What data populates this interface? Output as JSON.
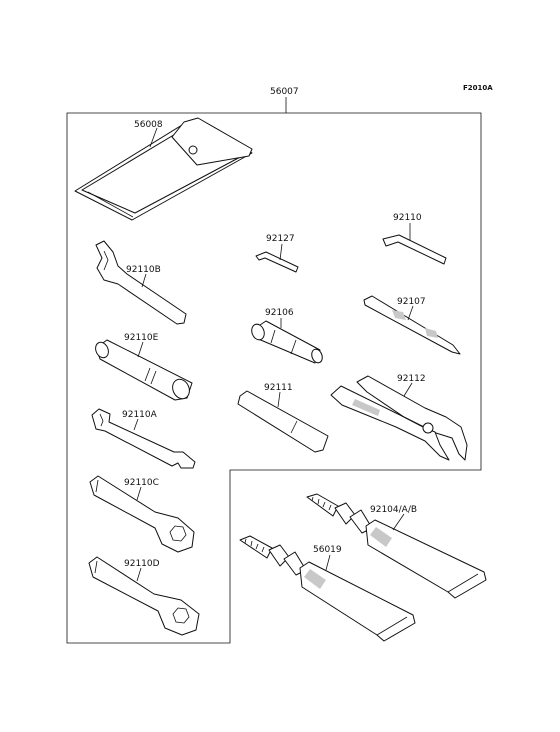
{
  "diagram": {
    "figure_code": "F2010A",
    "assembly_label": "56007",
    "labels": {
      "p56008": "56008",
      "p92110": "92110",
      "p92127": "92127",
      "p92110B": "92110B",
      "p92106": "92106",
      "p92107": "92107",
      "p92110E": "92110E",
      "p92111": "92111",
      "p92112": "92112",
      "p92110A": "92110A",
      "p92110C": "92110C",
      "p92104": "92104/A/B",
      "p56019": "56019",
      "p92110D": "92110D"
    }
  }
}
